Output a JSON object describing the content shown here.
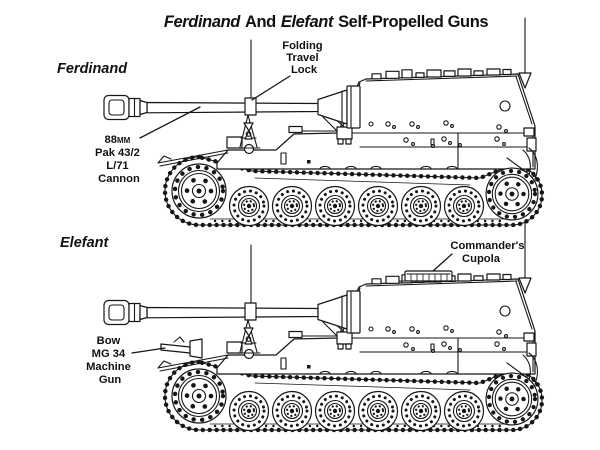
{
  "page": {
    "background": "#ffffff",
    "ink": "#161616"
  },
  "title": {
    "italic_1": "Ferdinand",
    "plain_1": "And",
    "italic_2": "Elefant",
    "plain_2": "Self-Propelled Guns"
  },
  "vehicles": {
    "ferdinand": {
      "label": "Ferdinand"
    },
    "elefant": {
      "label": "Elefant"
    }
  },
  "callouts": {
    "travel_lock": {
      "line1": "Folding",
      "line2": "Travel",
      "line3": "Lock"
    },
    "cannon": {
      "line1": "88mm",
      "line2": "Pak 43/2",
      "line3": "L/71",
      "line4": "Cannon"
    },
    "cupola": {
      "line1": "Commander's",
      "line2": "Cupola"
    },
    "bow_mg": {
      "line1": "Bow",
      "line2": "MG 34",
      "line3": "Machine",
      "line4": "Gun"
    }
  }
}
